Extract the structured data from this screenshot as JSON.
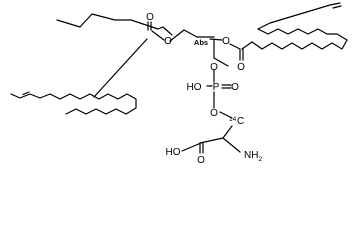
{
  "structure": {
    "atoms": {
      "o_carbonyl_left": "O",
      "o_ester_left": "O",
      "abs_stereo_tag": "Abs",
      "o_ester_right": "O",
      "o_carbonyl_right": "O",
      "p_hydroxyl": "HO",
      "phosphorus": "P",
      "p_oxo": "O",
      "o_phosphate_ester": "O",
      "carbon_label": "C",
      "carbon_isotope": "14",
      "acid_hydroxyl": "HO",
      "acid_carbonyl_oxygen": "O",
      "amino_group": "NH",
      "amino_subscript": "2"
    }
  }
}
